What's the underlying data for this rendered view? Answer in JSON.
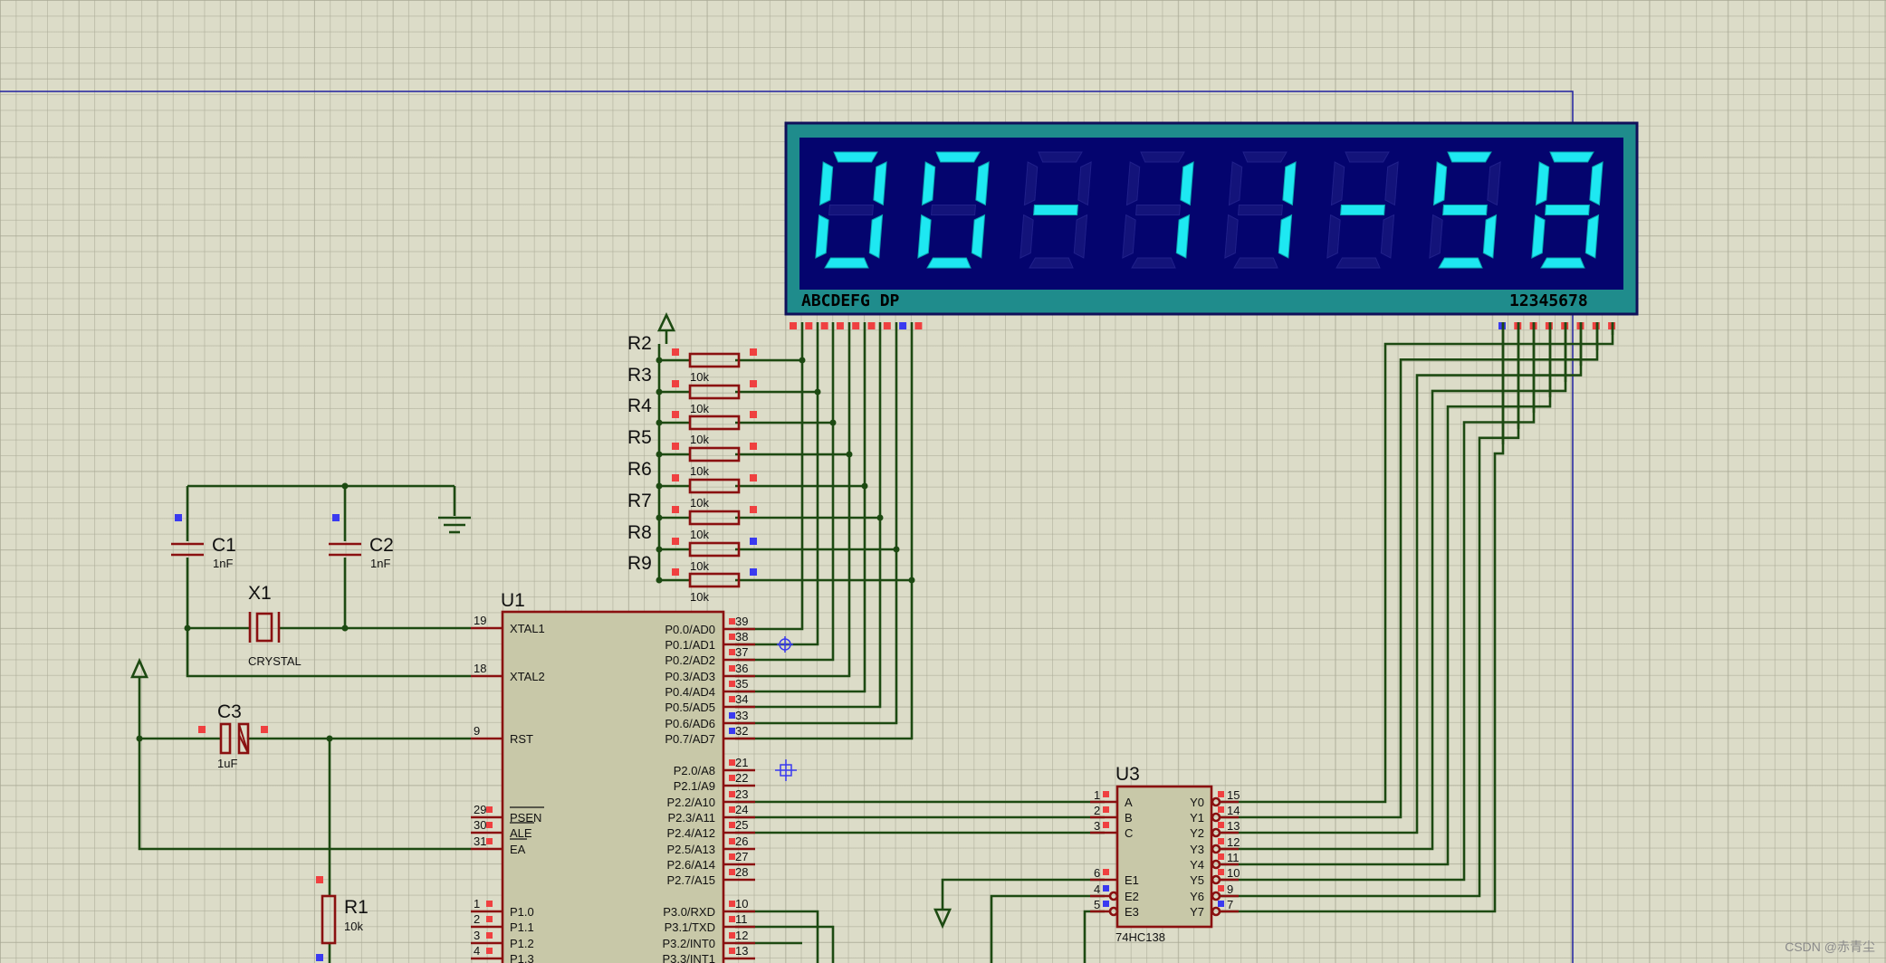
{
  "display": {
    "digits": [
      "0",
      "0",
      "-",
      "1",
      "1",
      "-",
      "5",
      "8"
    ],
    "segment_label": "ABCDEFG DP",
    "digit_label": "12345678",
    "on_color": "#1ee8f2",
    "off_color": "#13137a",
    "bg_color": "#04046e",
    "frame_color": "#1f8c8c"
  },
  "resistors": [
    {
      "ref": "R2",
      "value": "10k"
    },
    {
      "ref": "R3",
      "value": "10k"
    },
    {
      "ref": "R4",
      "value": "10k"
    },
    {
      "ref": "R5",
      "value": "10k"
    },
    {
      "ref": "R6",
      "value": "10k"
    },
    {
      "ref": "R7",
      "value": "10k"
    },
    {
      "ref": "R8",
      "value": "10k"
    },
    {
      "ref": "R9",
      "value": "10k"
    }
  ],
  "caps": {
    "c1": {
      "ref": "C1",
      "value": "1nF"
    },
    "c2": {
      "ref": "C2",
      "value": "1nF"
    },
    "c3": {
      "ref": "C3",
      "value": "1uF"
    }
  },
  "crystal": {
    "ref": "X1",
    "value": "CRYSTAL"
  },
  "r1": {
    "ref": "R1",
    "value": "10k"
  },
  "mcu": {
    "ref": "U1",
    "left_pins": [
      {
        "num": "19",
        "name": "XTAL1"
      },
      {
        "num": "18",
        "name": "XTAL2"
      },
      {
        "num": "9",
        "name": "RST"
      },
      {
        "num": "29",
        "name": "PSEN"
      },
      {
        "num": "30",
        "name": "ALE"
      },
      {
        "num": "31",
        "name": "EA"
      },
      {
        "num": "1",
        "name": "P1.0"
      },
      {
        "num": "2",
        "name": "P1.1"
      },
      {
        "num": "3",
        "name": "P1.2"
      },
      {
        "num": "4",
        "name": "P1.3"
      }
    ],
    "right_pins": [
      {
        "num": "39",
        "name": "P0.0/AD0"
      },
      {
        "num": "38",
        "name": "P0.1/AD1"
      },
      {
        "num": "37",
        "name": "P0.2/AD2"
      },
      {
        "num": "36",
        "name": "P0.3/AD3"
      },
      {
        "num": "35",
        "name": "P0.4/AD4"
      },
      {
        "num": "34",
        "name": "P0.5/AD5"
      },
      {
        "num": "33",
        "name": "P0.6/AD6"
      },
      {
        "num": "32",
        "name": "P0.7/AD7"
      },
      {
        "num": "21",
        "name": "P2.0/A8"
      },
      {
        "num": "22",
        "name": "P2.1/A9"
      },
      {
        "num": "23",
        "name": "P2.2/A10"
      },
      {
        "num": "24",
        "name": "P2.3/A11"
      },
      {
        "num": "25",
        "name": "P2.4/A12"
      },
      {
        "num": "26",
        "name": "P2.5/A13"
      },
      {
        "num": "27",
        "name": "P2.6/A14"
      },
      {
        "num": "28",
        "name": "P2.7/A15"
      },
      {
        "num": "10",
        "name": "P3.0/RXD"
      },
      {
        "num": "11",
        "name": "P3.1/TXD"
      },
      {
        "num": "12",
        "name": "P3.2/INT0"
      },
      {
        "num": "13",
        "name": "P3.3/INT1"
      }
    ]
  },
  "decoder": {
    "ref": "U3",
    "part": "74HC138",
    "left_pins": [
      {
        "num": "1",
        "name": "A"
      },
      {
        "num": "2",
        "name": "B"
      },
      {
        "num": "3",
        "name": "C"
      },
      {
        "num": "6",
        "name": "E1"
      },
      {
        "num": "4",
        "name": "E2"
      },
      {
        "num": "5",
        "name": "E3"
      }
    ],
    "right_pins": [
      {
        "num": "15",
        "name": "Y0"
      },
      {
        "num": "14",
        "name": "Y1"
      },
      {
        "num": "13",
        "name": "Y2"
      },
      {
        "num": "12",
        "name": "Y3"
      },
      {
        "num": "11",
        "name": "Y4"
      },
      {
        "num": "10",
        "name": "Y5"
      },
      {
        "num": "9",
        "name": "Y6"
      },
      {
        "num": "7",
        "name": "Y7"
      }
    ]
  },
  "watermark": "CSDN @赤青尘"
}
